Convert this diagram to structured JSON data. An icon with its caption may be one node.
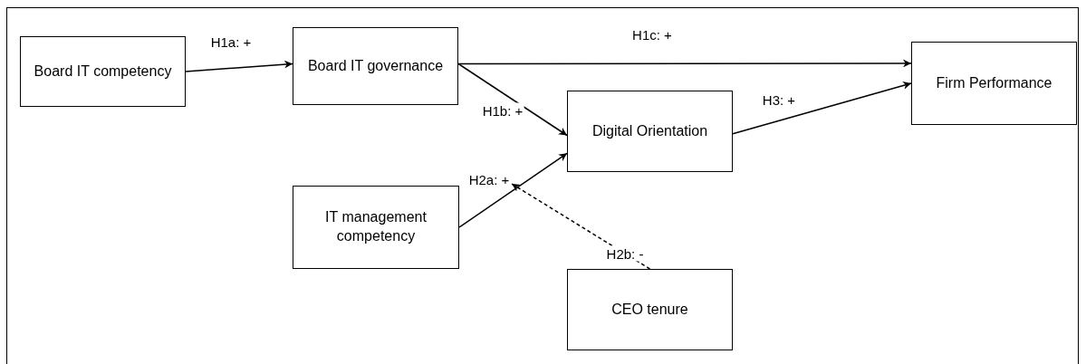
{
  "diagram": {
    "nodes": [
      {
        "text": [
          "Board IT competency"
        ]
      },
      {
        "text": [
          "Board IT governance"
        ]
      },
      {
        "text": [
          "Digital Orientation"
        ]
      },
      {
        "text": [
          "Firm Performance"
        ]
      },
      {
        "text": [
          "IT management competency"
        ]
      },
      {
        "text": [
          "CEO tenure"
        ]
      }
    ],
    "edges": [
      {
        "from": 0,
        "to": 1,
        "arrow": "to",
        "label": "H1a: +"
      },
      {
        "from": 1,
        "to": 3,
        "arrow": "to",
        "label": "H1c: +"
      },
      {
        "from": 1,
        "to": 2,
        "arrow": "to",
        "label": "H1b: +"
      },
      {
        "from": 2,
        "to": 3,
        "arrow": "to",
        "label": "H3: +"
      },
      {
        "from": 4,
        "to": 2,
        "arrow": "to",
        "label": "H2a: +"
      },
      {
        "from": 5,
        "to": null,
        "arrow": "to",
        "label": "H2b: -",
        "style": "dashed"
      }
    ]
  }
}
